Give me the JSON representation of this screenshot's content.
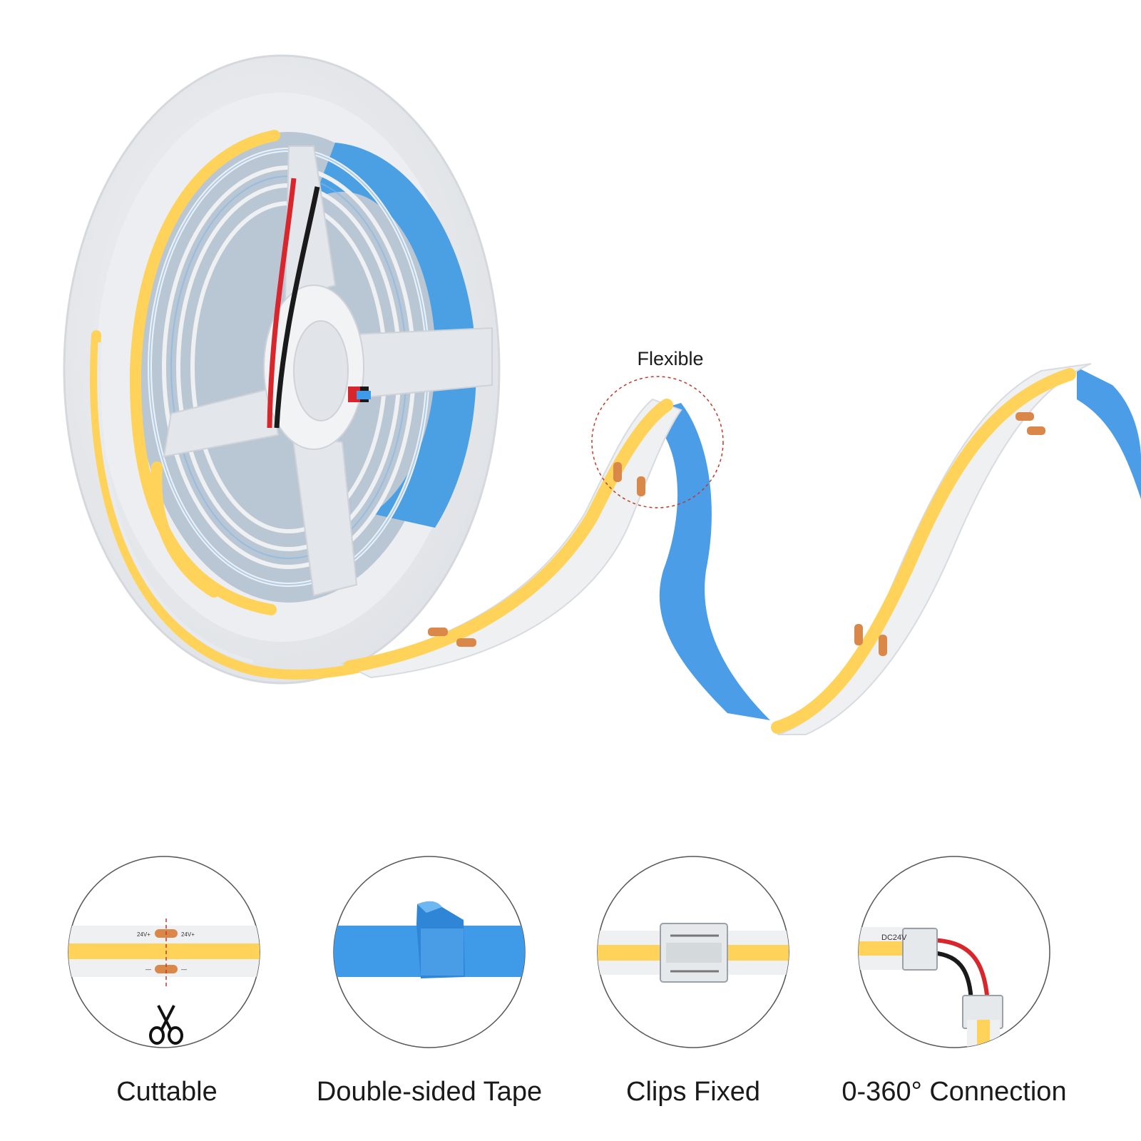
{
  "callout": {
    "flexible": "Flexible"
  },
  "features": [
    {
      "label": "Cuttable",
      "icon": "scissors-icon"
    },
    {
      "label": "Double-sided Tape",
      "icon": "tape-icon"
    },
    {
      "label": "Clips Fixed",
      "icon": "clip-icon"
    },
    {
      "label": "0-360° Connection",
      "icon": "connector-icon"
    }
  ],
  "strip_markings": {
    "pad_plus_left": "24V+",
    "pad_plus_right": "24V+",
    "pad_minus_left": "—",
    "pad_minus_right": "—",
    "connector_text": "DC24V"
  },
  "colors": {
    "led_yellow": "#ffd25a",
    "strip_white": "#eef0f2",
    "tape_blue": "#3f9be8",
    "copper_pad": "#d9884a",
    "wire_red": "#d8262c",
    "wire_black": "#1a1a1a",
    "reel_white": "#e9ebee"
  }
}
